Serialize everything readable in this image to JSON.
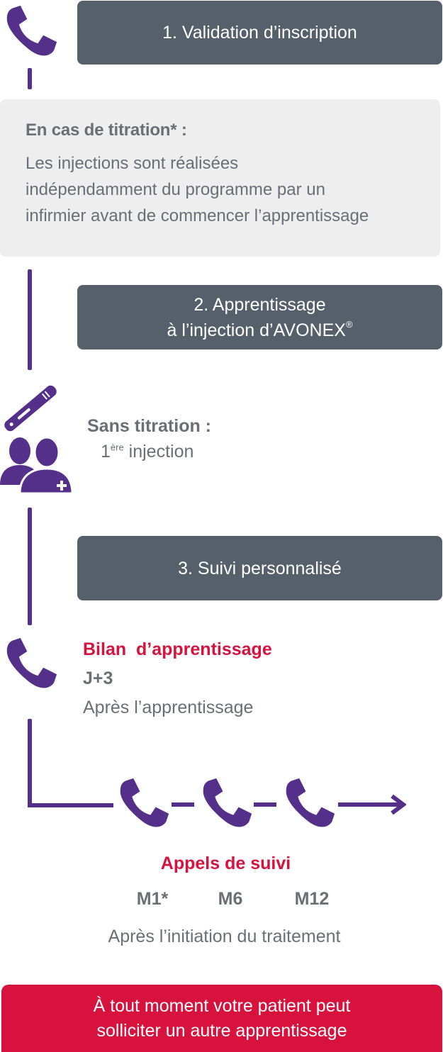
{
  "step1": {
    "label": "1. Validation d’inscription"
  },
  "titration_note": {
    "title": "En cas de titration* :",
    "line1": "Les injections sont réalisées",
    "line2": "indépendamment du programme par un",
    "line3": "infirmier avant de commencer l’apprentissage"
  },
  "step2": {
    "line1": "2. Apprentissage",
    "line2_text": "à l’injection d’AVONEX",
    "line2_sup": "®"
  },
  "injection": {
    "title": "Sans titration :",
    "number": "1",
    "superscript": "ère",
    "word": " injection"
  },
  "step3": {
    "label": "3. Suivi personnalisé"
  },
  "bilan": {
    "title": "Bilan  d’apprentissage",
    "day": "J+3",
    "subtitle": "Après l’apprentissage"
  },
  "followup": {
    "title": "Appels de suivi",
    "months": [
      "M1*",
      "M6",
      "M12"
    ],
    "subtitle": "Après l’initiation du traitement"
  },
  "final_notice": {
    "line1": "À tout moment votre patient peut",
    "line2": "solliciter un autre apprentissage"
  },
  "colors": {
    "purple": "#55308a",
    "step_box": "#55606b",
    "red": "#d7123c",
    "note_bg": "#eeeeef",
    "grey_text": "#6b6f75"
  },
  "icons": [
    "phone-icon",
    "injector-pen-icon",
    "patient-nurse-icon",
    "arrow-right-icon"
  ]
}
